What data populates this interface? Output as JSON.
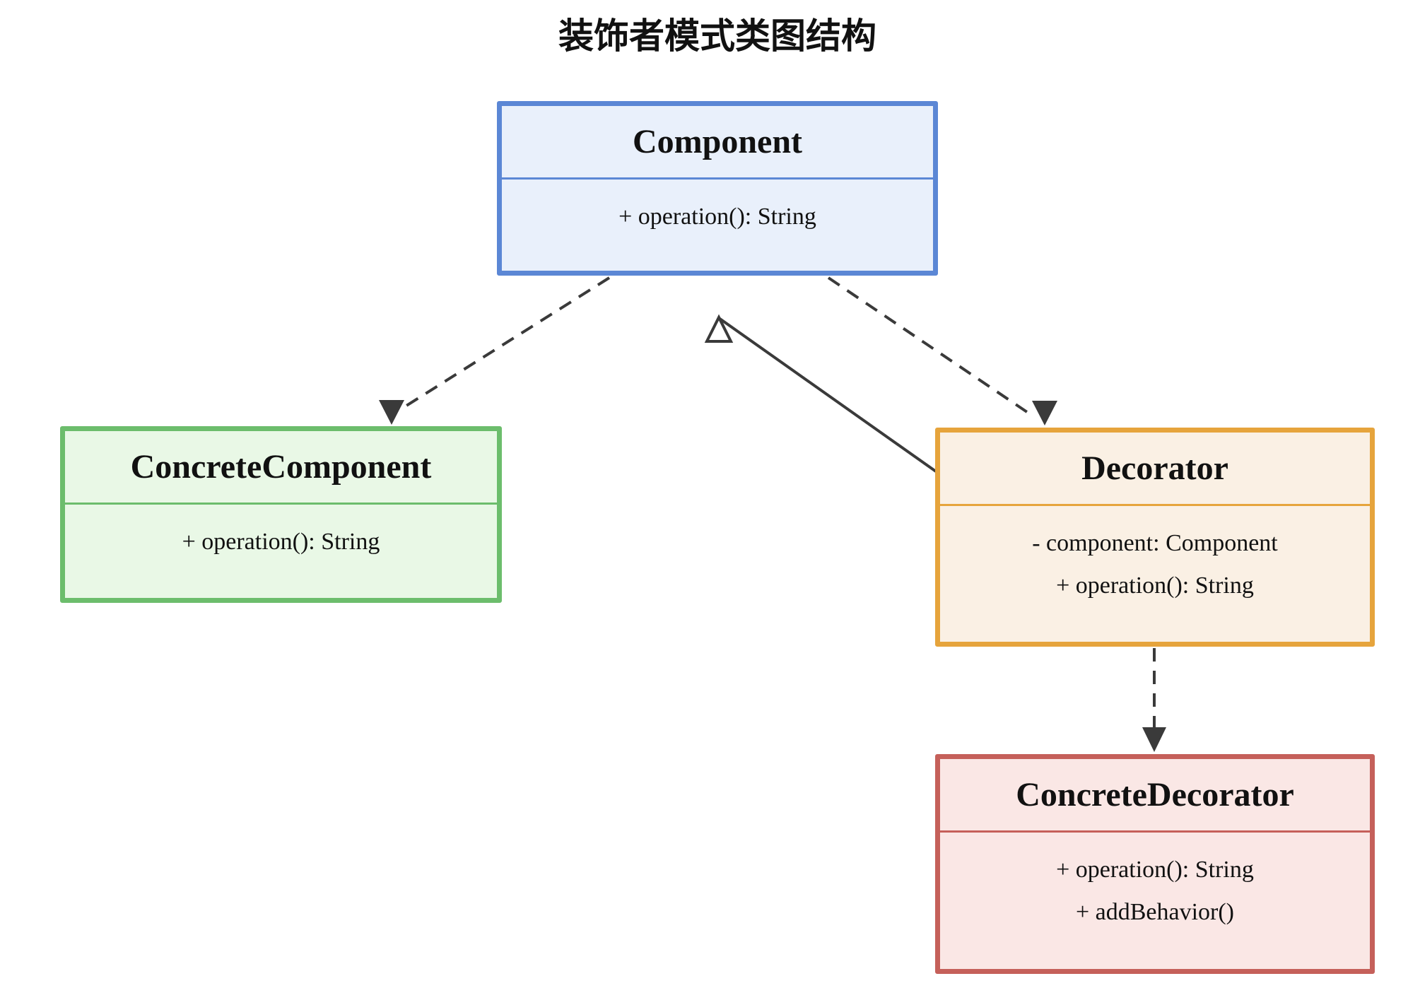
{
  "diagram": {
    "title": "装饰者模式类图结构",
    "type": "uml-class-diagram"
  },
  "classes": [
    {
      "name": "Component",
      "members": [
        "+ operation(): String"
      ],
      "border": "#5b87d5",
      "fill": "#e9f0fb"
    },
    {
      "name": "ConcreteComponent",
      "members": [
        "+ operation(): String"
      ],
      "border": "#6cbd6c",
      "fill": "#e9f8e6"
    },
    {
      "name": "Decorator",
      "members": [
        "- component: Component",
        "+ operation(): String"
      ],
      "border": "#e6a43c",
      "fill": "#faf0e4"
    },
    {
      "name": "ConcreteDecorator",
      "members": [
        "+ operation(): String",
        "+ addBehavior()"
      ],
      "border": "#c5605a",
      "fill": "#fae7e5"
    }
  ],
  "relationships": [
    {
      "from": "Component",
      "to": "ConcreteComponent",
      "line": "dashed",
      "arrowhead": "filled-triangle"
    },
    {
      "from": "Component",
      "to": "Decorator",
      "line": "dashed",
      "arrowhead": "filled-triangle"
    },
    {
      "from": "Decorator",
      "to": "Component",
      "line": "solid",
      "arrowhead": "hollow-triangle"
    },
    {
      "from": "Decorator",
      "to": "ConcreteDecorator",
      "line": "dashed",
      "arrowhead": "filled-triangle"
    }
  ],
  "colors": {
    "arrow": "#3a3a3a",
    "text": "#111111",
    "background": "#ffffff"
  }
}
